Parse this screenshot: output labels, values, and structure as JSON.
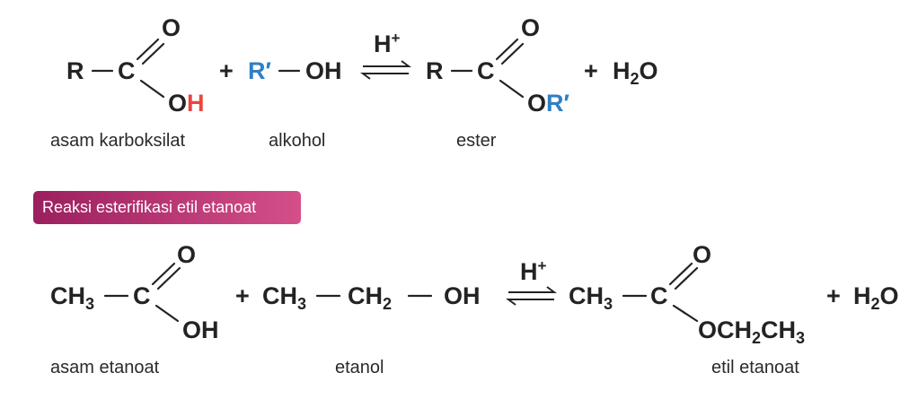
{
  "colors": {
    "red_h": "#e8463c",
    "blue_r": "#2f7fc4",
    "badge_start": "#9b1f5e",
    "badge_end": "#d44f8a"
  },
  "general": {
    "acid": {
      "r": "R",
      "c": "C",
      "o": "O",
      "oh_o": "O",
      "oh_h": "H"
    },
    "plus1": "+",
    "alcohol": {
      "r_prime": "R′",
      "oh": "OH"
    },
    "catalyst": {
      "h": "H",
      "plus": "+"
    },
    "ester": {
      "r": "R",
      "c": "C",
      "o": "O",
      "or_o": "O",
      "or_r": "R′"
    },
    "plus2": "+",
    "water": {
      "h": "H",
      "sub": "2",
      "o": "O"
    },
    "captions": {
      "acid": "asam karboksilat",
      "alcohol": "alkohol",
      "ester": "ester"
    }
  },
  "badge_label": "Reaksi esterifikasi etil etanoat",
  "specific": {
    "acid": {
      "ch": "CH",
      "sub": "3",
      "c": "C",
      "o": "O",
      "oh": "OH"
    },
    "plus1": "+",
    "ethanol": {
      "ch3": "CH",
      "sub3": "3",
      "ch2": "CH",
      "sub2": "2",
      "oh": "OH"
    },
    "catalyst": {
      "h": "H",
      "plus": "+"
    },
    "ester": {
      "ch": "CH",
      "sub": "3",
      "c": "C",
      "o": "O",
      "och2": "OCH",
      "sub2": "2",
      "ch3": "CH",
      "sub3": "3"
    },
    "plus2": "+",
    "water": {
      "h": "H",
      "sub": "2",
      "o": "O"
    },
    "captions": {
      "acid": "asam etanoat",
      "alcohol": "etanol",
      "ester": "etil etanoat"
    }
  }
}
